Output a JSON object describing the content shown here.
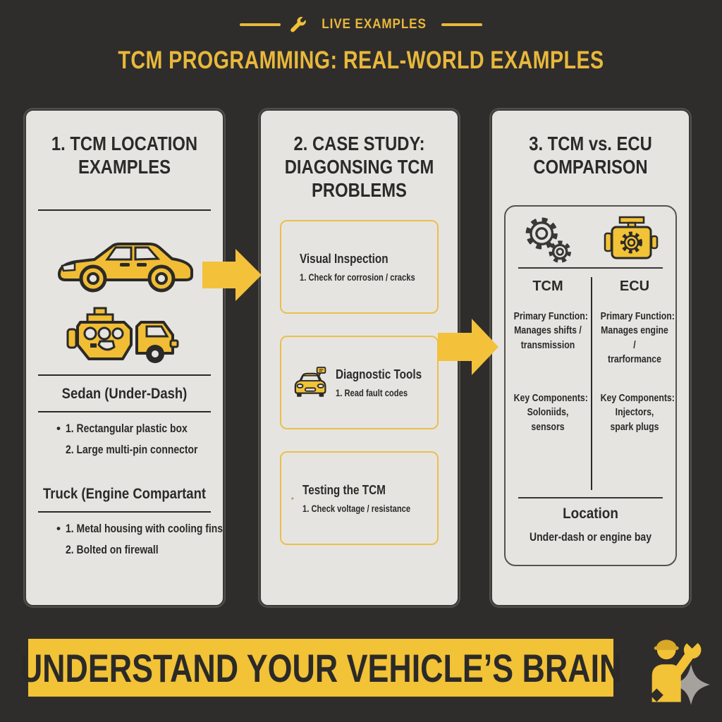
{
  "header": {
    "badge": "LIVE EXAMPLES",
    "title": "TCM PROGRAMMING: REAL-WORLD EXAMPLES"
  },
  "panel1": {
    "title": "1. TCM LOCATION EXAMPLES",
    "sedan": {
      "heading": "Sedan (Under-Dash)",
      "bullet": "•",
      "item1": "1. Rectangular plastic box",
      "item2": "2. Large multi-pin connector"
    },
    "truck": {
      "heading": "Truck (Engine Compartant",
      "bullet": "•",
      "item1": "1. Metal housing with cooling fins",
      "item2": "2. Bolted on firewall"
    }
  },
  "panel2": {
    "title": "2. CASE STUDY: DIAGONSING TCM PROBLEMS",
    "step1": {
      "heading": "Visual Inspection",
      "detail": "1. Check for corrosion / cracks"
    },
    "step2": {
      "heading": "Diagnostic Tools",
      "detail": "1. Read fault codes"
    },
    "step3": {
      "heading": "Testing the TCM",
      "detail": "1. Check voltage / resistance"
    }
  },
  "panel3": {
    "title": "3. TCM vs. ECU COMPARISON",
    "tcm": {
      "name": "TCM",
      "primary_label": "Primary Function:",
      "primary_value": "Manages shifts /\ntransmission",
      "components_label": "Key Components:",
      "components_value": "Soloniids,\nsensors"
    },
    "ecu": {
      "name": "ECU",
      "primary_label": "Primary Function:",
      "primary_value": "Manages engine /\ntrarformance",
      "components_label": "Key Components:",
      "components_value": "Injectors,\nspark plugs"
    },
    "location": {
      "heading": "Location",
      "value": "Under-dash or engine bay"
    }
  },
  "footer": {
    "banner": "UNDERSTAND YOUR VEHICLE’S BRAIN"
  },
  "colors": {
    "background": "#2f2d2b",
    "accent_yellow": "#f2c237",
    "title_yellow": "#e8b83c",
    "panel_bg": "#e6e4e1",
    "step_border": "#e9c04a",
    "text_dark": "#2b2a28",
    "sparkle_gray": "#a5a29e"
  },
  "icons": {
    "badge": "wrench-icon",
    "panel1": [
      "sedan-side-icon",
      "engine-truck-icon"
    ],
    "panel2": [
      "magnifier-chip-icon",
      "car-diagnostic-icon",
      "microchip-icon"
    ],
    "panel3": [
      "gears-icon",
      "engine-icon"
    ],
    "footer": "mechanic-wrench-icon",
    "flow": "right-arrow-icon"
  }
}
